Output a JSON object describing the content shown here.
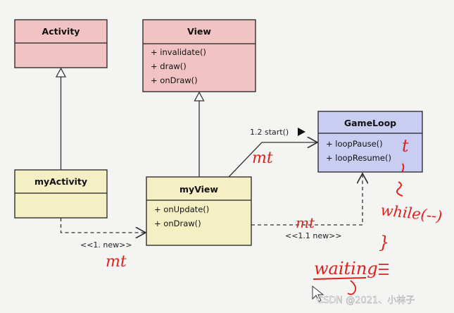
{
  "colors": {
    "pink": "#f2c3c3",
    "yellow": "#f4f0c4",
    "blue": "#c9cdf2",
    "annotation": "#e0201c"
  },
  "classes": {
    "activity": {
      "name": "Activity"
    },
    "view": {
      "name": "View",
      "members": [
        "+ invalidate()",
        "+ draw()",
        "+ onDraw()"
      ]
    },
    "gameloop": {
      "name": "GameLoop",
      "members": [
        "+ loopPause()",
        "+ loopResume()"
      ]
    },
    "myactivity": {
      "name": "myActivity"
    },
    "myview": {
      "name": "myView",
      "members": [
        "+ onUpdate()",
        "+ onDraw()"
      ]
    }
  },
  "edges": {
    "start_label": "1.2 start()",
    "new1_label": "<<1. new>>",
    "new11_label": "<<1.1 new>>"
  },
  "annotations": {
    "mt1": "mt",
    "mt2": "mt",
    "mt3": "mt",
    "t": "t",
    "while": "while(--)",
    "brace": "}",
    "waiting": "waiting"
  },
  "watermark": "CSDN @2021、小林子"
}
